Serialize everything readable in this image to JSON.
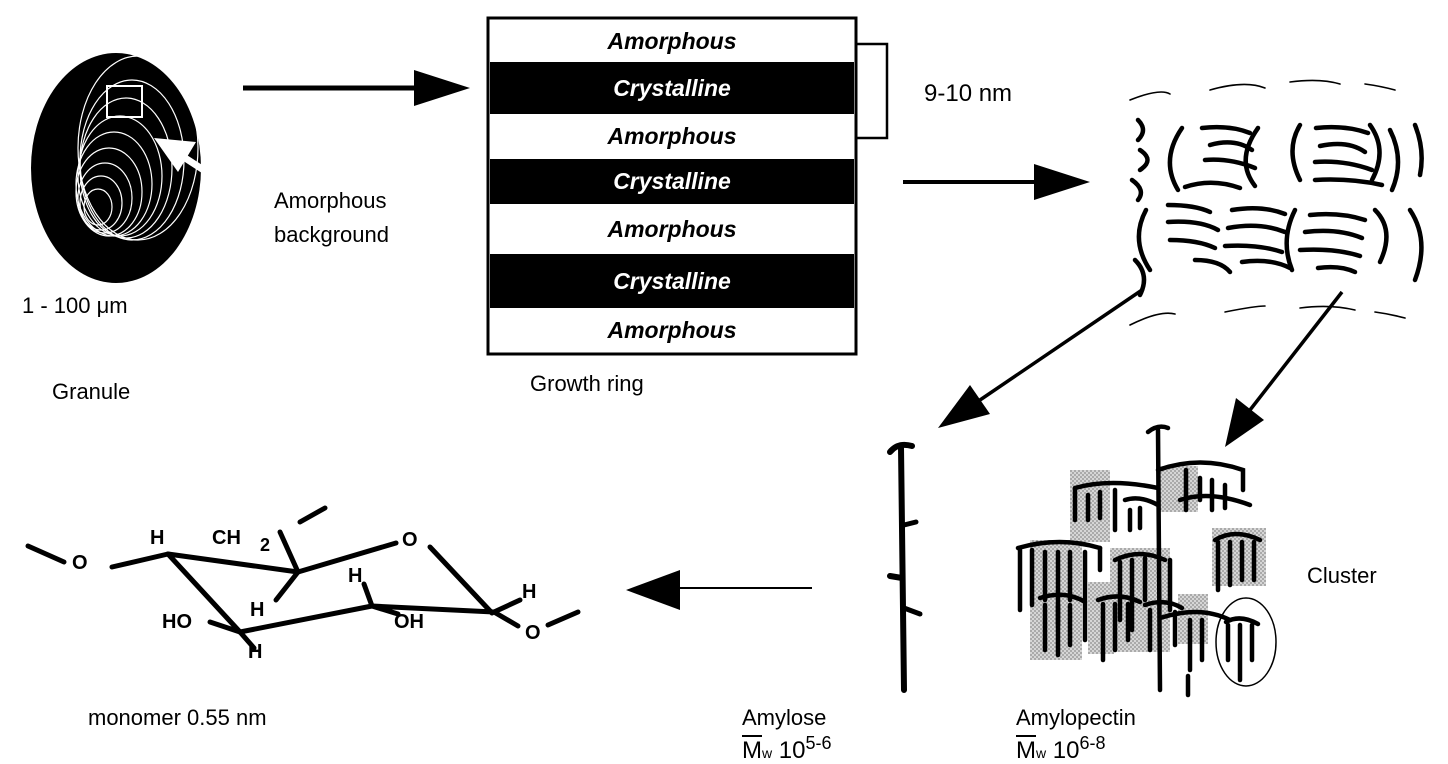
{
  "granule": {
    "size_label": "1 - 100 μm",
    "caption": "Granule",
    "background_label_line1": "Amorphous",
    "background_label_line2": "background"
  },
  "growth_ring": {
    "caption": "Growth ring",
    "bands": [
      "Amorphous",
      "Crystalline",
      "Amorphous",
      "Crystalline",
      "Amorphous",
      "Crystalline",
      "Amorphous"
    ],
    "spacing_label": "9-10 nm"
  },
  "cluster_label": "Cluster",
  "amylose": {
    "name": "Amylose",
    "mw_prefix": "M",
    "mw_sub": "w",
    "mw_base": "10",
    "mw_exp": "5-6"
  },
  "amylopectin": {
    "name": "Amylopectin",
    "mw_prefix": "M",
    "mw_sub": "w",
    "mw_base": "10",
    "mw_exp": "6-8"
  },
  "monomer": {
    "caption": "monomer 0.55 nm",
    "atoms": {
      "o_left": "O",
      "h_top": "H",
      "ch2": "CH",
      "two": "2",
      "o_ring": "O",
      "h_mid": "H",
      "h_right": "H",
      "ho": "HO",
      "h_low": "H",
      "h_bottom": "H",
      "oh": "OH",
      "o_right": "O"
    }
  },
  "colors": {
    "ink": "#000000",
    "paper": "#ffffff",
    "stipple": "#b5b5b5"
  }
}
